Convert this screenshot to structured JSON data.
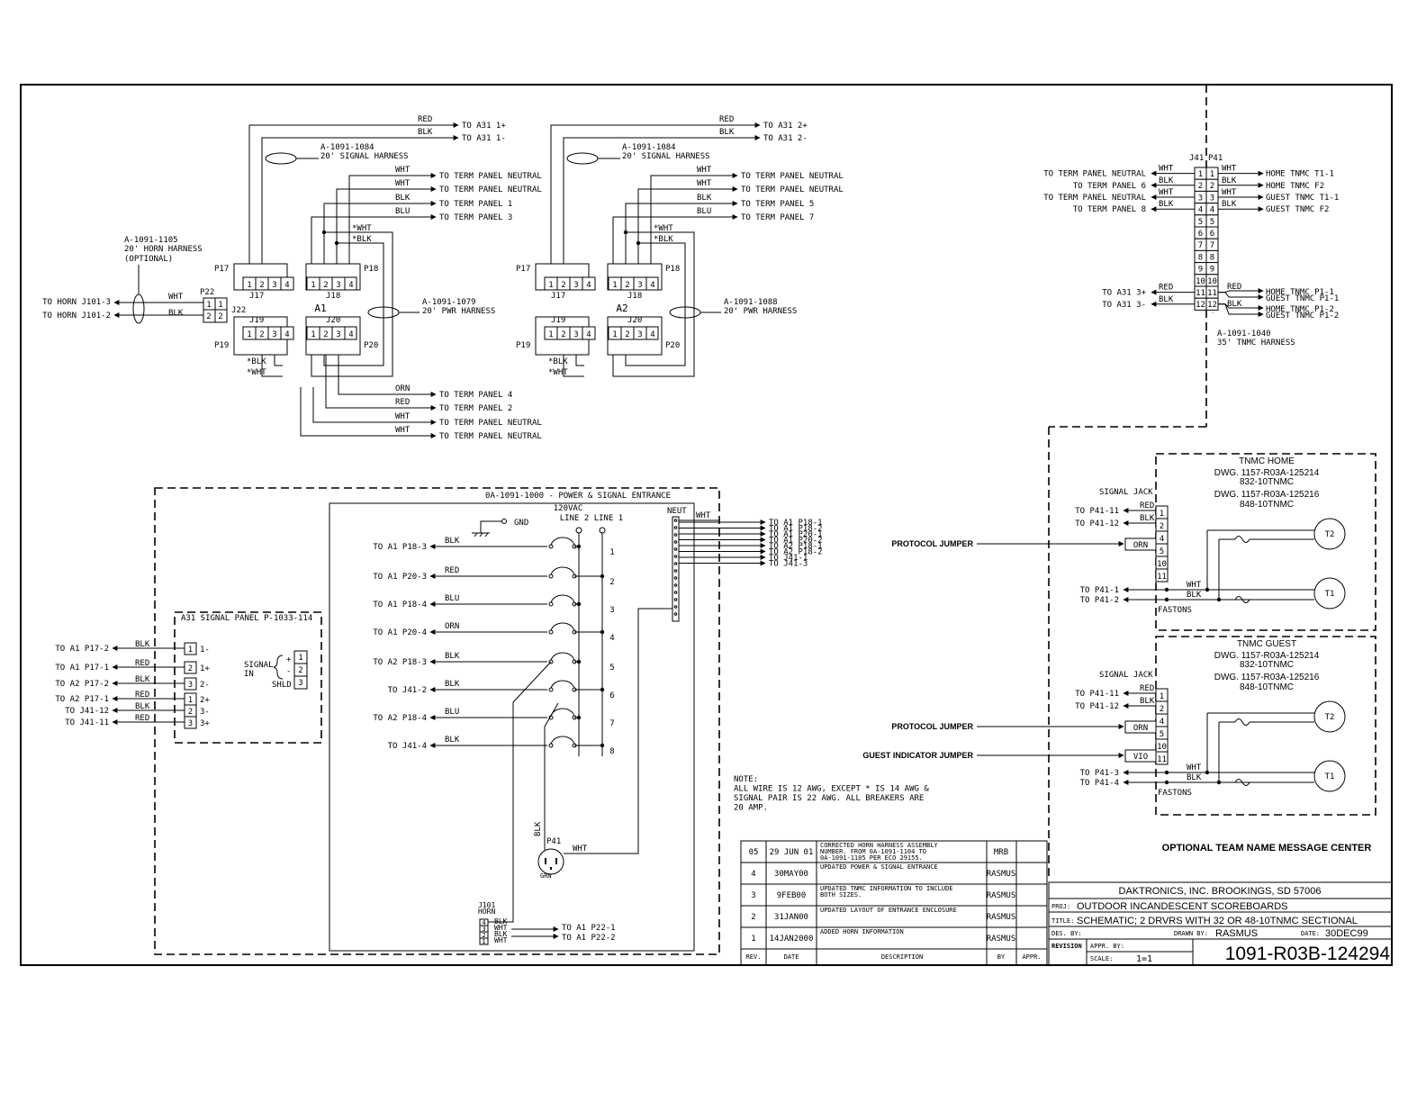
{
  "a1": {
    "name": "A1",
    "harness_signal": [
      "A-1091-1084",
      "20' SIGNAL HARNESS"
    ],
    "harness_horn": [
      "A-1091-1105",
      "20' HORN HARNESS",
      "(OPTIONAL)"
    ],
    "harness_pwr": [
      "A-1091-1079",
      "20' PWR HARNESS"
    ],
    "out_a31": [
      {
        "color": "RED",
        "dest": "TO A31 1+"
      },
      {
        "color": "BLK",
        "dest": "TO A31 1-"
      }
    ],
    "out_top": [
      {
        "color": "WHT",
        "dest": "TO TERM PANEL NEUTRAL"
      },
      {
        "color": "WHT",
        "dest": "TO TERM PANEL NEUTRAL"
      },
      {
        "color": "BLK",
        "dest": "TO TERM PANEL 1"
      },
      {
        "color": "BLU",
        "dest": "TO TERM PANEL 3"
      }
    ],
    "out_bottom": [
      {
        "color": "ORN",
        "dest": "TO TERM PANEL 4"
      },
      {
        "color": "RED",
        "dest": "TO TERM PANEL 2"
      },
      {
        "color": "WHT",
        "dest": "TO TERM PANEL NEUTRAL"
      },
      {
        "color": "WHT",
        "dest": "TO TERM PANEL NEUTRAL"
      }
    ],
    "horn_out": [
      {
        "color": "WHT",
        "dest": "TO HORN J101-3"
      },
      {
        "color": "BLK",
        "dest": "TO HORN J101-2"
      }
    ]
  },
  "a2": {
    "name": "A2",
    "harness_signal": [
      "A-1091-1084",
      "20' SIGNAL HARNESS"
    ],
    "harness_pwr": [
      "A-1091-1088",
      "20' PWR HARNESS"
    ],
    "out_a31": [
      {
        "color": "RED",
        "dest": "TO A31 2+"
      },
      {
        "color": "BLK",
        "dest": "TO A31 2-"
      }
    ],
    "out_top": [
      {
        "color": "WHT",
        "dest": "TO TERM PANEL NEUTRAL"
      },
      {
        "color": "WHT",
        "dest": "TO TERM PANEL NEUTRAL"
      },
      {
        "color": "BLK",
        "dest": "TO TERM PANEL 5"
      },
      {
        "color": "BLU",
        "dest": "TO TERM PANEL 7"
      }
    ]
  },
  "conn": {
    "p17": "P17",
    "p18": "P18",
    "p19": "P19",
    "p20": "P20",
    "p22": "P22",
    "j17": "J17",
    "j18": "J18",
    "j19": "J19",
    "j20": "J20",
    "j22": "J22",
    "pins": [
      "1",
      "2",
      "3",
      "4"
    ],
    "swht": "*WHT",
    "sblk": "*BLK"
  },
  "j41": {
    "label_j": "J41",
    "label_p": "P41",
    "left": [
      {
        "dest": "TO TERM PANEL NEUTRAL",
        "color": "WHT"
      },
      {
        "dest": "TO TERM PANEL 6",
        "color": "BLK"
      },
      {
        "dest": "TO TERM PANEL NEUTRAL",
        "color": "WHT"
      },
      {
        "dest": "TO TERM PANEL 8",
        "color": "BLK"
      },
      {
        "dest": "TO A31 3+",
        "color": "RED"
      },
      {
        "dest": "TO A31 3-",
        "color": "BLK"
      }
    ],
    "right": [
      {
        "color": "WHT",
        "dest": "HOME TNMC T1-1"
      },
      {
        "color": "BLK",
        "dest": "HOME TNMC F2"
      },
      {
        "color": "WHT",
        "dest": "GUEST TNMC T1-1"
      },
      {
        "color": "BLK",
        "dest": "GUEST TNMC F2"
      },
      {
        "color": "RED",
        "dest": "HOME TNMC P1-1"
      },
      {
        "color": "RED",
        "dest": "GUEST TNMC P1-1"
      },
      {
        "color": "BLK",
        "dest": "HOME TNMC P1-2"
      },
      {
        "color": "BLK",
        "dest": "GUEST TNMC P1-2"
      }
    ],
    "pins": [
      "1",
      "2",
      "3",
      "4",
      "5",
      "6",
      "7",
      "8",
      "9",
      "10",
      "11",
      "12"
    ],
    "harness": [
      "A-1091-1040",
      "35' TNMC HARNESS"
    ]
  },
  "entrance": {
    "title": "0A-1091-1000 - POWER & SIGNAL ENTRANCE",
    "supply": "120VAC",
    "lines": "LINE 2 LINE 1",
    "neut": "NEUT",
    "neut_color": "WHT",
    "gnd": "GND",
    "breakers": [
      {
        "dest": "TO A1 P18-3",
        "color": "BLK",
        "num": "1"
      },
      {
        "dest": "TO A1 P20-3",
        "color": "RED",
        "num": "2"
      },
      {
        "dest": "TO A1 P18-4",
        "color": "BLU",
        "num": "3"
      },
      {
        "dest": "TO A1 P20-4",
        "color": "ORN",
        "num": "4"
      },
      {
        "dest": "TO A2 P18-3",
        "color": "BLK",
        "num": "5"
      },
      {
        "dest": "TO J41-2",
        "color": "BLK",
        "num": "6"
      },
      {
        "dest": "TO A2 P18-4",
        "color": "BLU",
        "num": "7"
      },
      {
        "dest": "TO J41-4",
        "color": "BLK",
        "num": "8"
      }
    ],
    "neut_dests": [
      "TO A1 P18-1",
      "TO A1 P18-2",
      "TO A1 P20-1",
      "TO A1 P20-2",
      "TO A2 P18-1",
      "TO A2 P18-2",
      "TO J41-1",
      "TO J41-3"
    ],
    "p41": "P41",
    "p41_wht": "WHT",
    "p41_blk": "BLK",
    "p41_grn": "GRN",
    "j101": [
      "J101",
      "HORN"
    ],
    "j101_pins": [
      "4",
      "3",
      "2",
      "1"
    ],
    "j101_colors": [
      "BLK",
      "WHT",
      "BLK",
      "WHT"
    ],
    "j101_dests": [
      "TO A1 P22-1",
      "TO A1 P22-2"
    ]
  },
  "a31": {
    "title": "A31 SIGNAL PANEL P-1033-114",
    "rows": [
      {
        "dest": "TO A1 P17-2",
        "color": "BLK",
        "pin": "1",
        "sig": "1-"
      },
      {
        "dest": "TO A1 P17-1",
        "color": "RED",
        "pin": "2",
        "sig": "1+"
      },
      {
        "dest": "TO A2 P17-2",
        "color": "BLK",
        "pin": "3",
        "sig": "2-"
      },
      {
        "dest": "TO A2 P17-1",
        "color": "RED",
        "pin": "1",
        "sig": "2+"
      },
      {
        "dest": "TO J41-12",
        "color": "BLK",
        "pin": "2",
        "sig": "3-"
      },
      {
        "dest": "TO J41-11",
        "color": "RED",
        "pin": "3",
        "sig": "3+"
      }
    ],
    "signal_in": [
      "SIGNAL",
      "IN"
    ],
    "shld": "SHLD",
    "in_pins": [
      "1",
      "2",
      "3"
    ],
    "plus": "+",
    "minus": "-"
  },
  "note": [
    "NOTE:",
    "ALL WIRE IS 12 AWG, EXCEPT * IS 14 AWG &",
    "SIGNAL PAIR IS 22 AWG.  ALL BREAKERS ARE",
    "20 AMP."
  ],
  "tnmc_home": {
    "title": "TNMC HOME",
    "dwg1": [
      "DWG. 1157-R03A-125214",
      "832-10TNMC"
    ],
    "dwg2": [
      "DWG. 1157-R03A-125216",
      "848-10TNMC"
    ],
    "signal_jack": "SIGNAL JACK",
    "jack_pins": [
      "1",
      "2",
      "4",
      "5",
      "10",
      "11"
    ],
    "sig": [
      {
        "dest": "TO P41-11",
        "color": "RED"
      },
      {
        "dest": "TO P41-12",
        "color": "BLK"
      }
    ],
    "jumper_label": "PROTOCOL JUMPER",
    "jumper_color": "ORN",
    "pwr": [
      {
        "dest": "TO P41-1",
        "color": "WHT"
      },
      {
        "dest": "TO P41-2",
        "color": "BLK"
      }
    ],
    "fastons": "FASTONS",
    "t2": "T2",
    "t1": "T1"
  },
  "tnmc_guest": {
    "title": "TNMC GUEST",
    "dwg1": [
      "DWG. 1157-R03A-125214",
      "832-10TNMC"
    ],
    "dwg2": [
      "DWG. 1157-R03A-125216",
      "848-10TNMC"
    ],
    "signal_jack": "SIGNAL JACK",
    "jack_pins": [
      "1",
      "2",
      "4",
      "5",
      "10",
      "11"
    ],
    "sig": [
      {
        "dest": "TO P41-11",
        "color": "RED"
      },
      {
        "dest": "TO P41-12",
        "color": "BLK"
      }
    ],
    "jumper_label": "PROTOCOL JUMPER",
    "jumper_color": "ORN",
    "jumper2_label": "GUEST INDICATOR JUMPER",
    "jumper2_color": "VIO",
    "pwr": [
      {
        "dest": "TO P41-3",
        "color": "WHT"
      },
      {
        "dest": "TO P41-4",
        "color": "BLK"
      }
    ],
    "fastons": "FASTONS",
    "t2": "T2",
    "t1": "T1"
  },
  "optional_label": "OPTIONAL TEAM NAME MESSAGE CENTER",
  "revisions": {
    "rows": [
      {
        "rev": "05",
        "date": "29 JUN 01",
        "desc": [
          "CORRECTED HORN HARNESS ASSEMBLY",
          "NUMBER.  FROM 0A-1091-1104 TO",
          "0A-1091-1105 PER ECO 29155."
        ],
        "by": "MRB"
      },
      {
        "rev": "4",
        "date": "30MAY00",
        "desc": [
          "UPDATED POWER & SIGNAL ENTRANCE"
        ],
        "by": "RASMUS"
      },
      {
        "rev": "3",
        "date": "9FEB00",
        "desc": [
          "UPDATED TNMC INFORMATION TO INCLUDE",
          "BOTH SIZES."
        ],
        "by": "RASMUS"
      },
      {
        "rev": "2",
        "date": "31JAN00",
        "desc": [
          "UPDATED LAYOUT OF ENTRANCE ENCLOSURE"
        ],
        "by": "RASMUS"
      },
      {
        "rev": "1",
        "date": "14JAN2000",
        "desc": [
          "ADDED HORN INFORMATION"
        ],
        "by": "RASMUS"
      }
    ],
    "headers": {
      "rev": "REV.",
      "date": "DATE",
      "desc": "DESCRIPTION",
      "by": "BY",
      "appr": "APPR."
    }
  },
  "titleblock": {
    "company": "DAKTRONICS, INC.   BROOKINGS, SD 57006",
    "proj_label": "PROJ:",
    "proj": "OUTDOOR INCANDESCENT SCOREBOARDS",
    "title_label": "TITLE:",
    "title": "SCHEMATIC; 2 DRVRS WITH 32 OR 48-10TNMC SECTIONAL",
    "des_by": "DES. BY:",
    "drawn_by_label": "DRAWN BY:",
    "drawn_by": "RASMUS",
    "date_label": "DATE:",
    "date": "30DEC99",
    "revision": "REVISION",
    "appr_by": "APPR. BY:",
    "scale_label": "SCALE:",
    "scale": "1=1",
    "number": "1091-R03B-124294"
  }
}
